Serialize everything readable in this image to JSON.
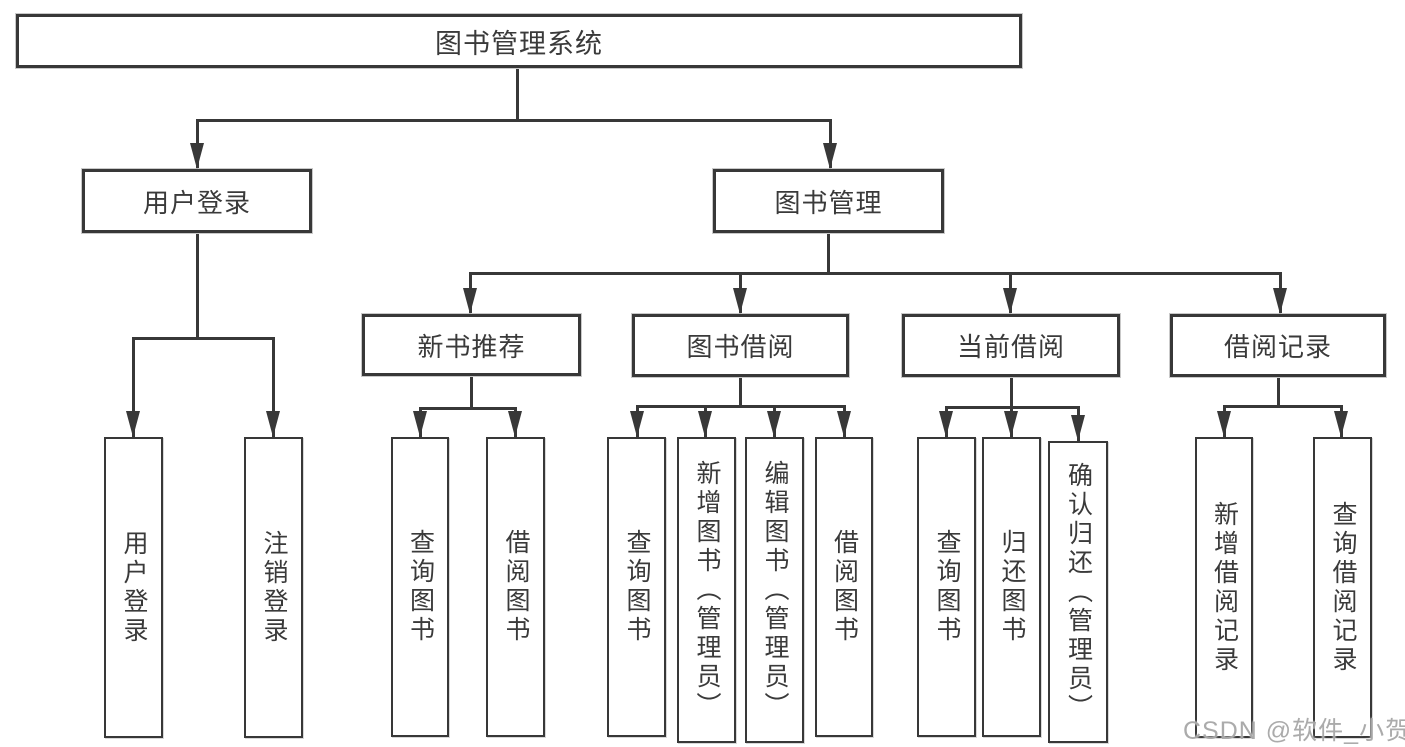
{
  "diagram": {
    "title": "图书管理系统",
    "colors": {
      "line": "#383838",
      "text": "#3a3a3a",
      "box_bg": "#ffffff",
      "watermark": "#a4a4a4"
    },
    "nodes": {
      "root": "图书管理系统",
      "login_group": "用户登录",
      "book_management": "图书管理",
      "new_book_recommend": "新书推荐",
      "book_borrowing": "图书借阅",
      "current_borrowing": "当前借阅",
      "borrowing_records": "借阅记录",
      "user_login": "用户登录",
      "logout_login": "注销登录",
      "nb_query_books": "查询图书",
      "nb_borrow_books": "借阅图书",
      "bb_query_books": "查询图书",
      "bb_add_books": "新增图书（管理员）",
      "bb_edit_books": "编辑图书（管理员）",
      "bb_borrow_books": "借阅图书",
      "cb_query_books": "查询图书",
      "cb_return_books": "归还图书",
      "cb_confirm_return": "确认归还（管理员）",
      "br_add_record": "新增借阅记录",
      "br_query_record": "查询借阅记录"
    },
    "watermark": "CSDN @软件_小贺同学"
  }
}
